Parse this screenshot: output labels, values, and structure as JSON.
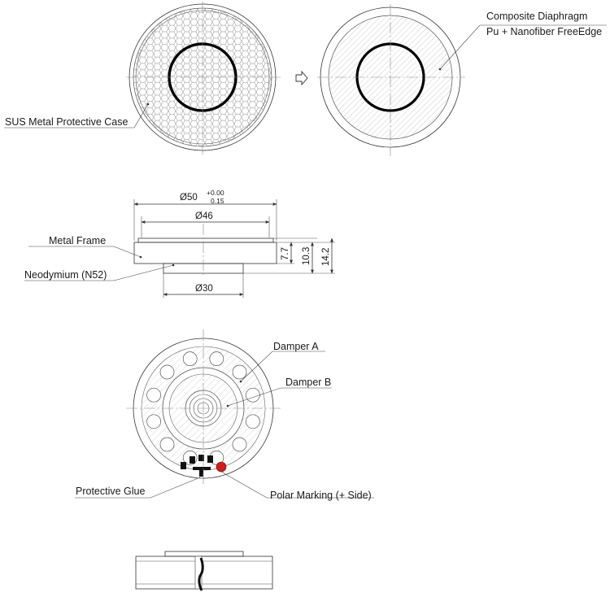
{
  "labels": {
    "sus_case": "SUS Metal Protective Case",
    "composite_1": "Composite Diaphragm",
    "composite_2": "Pu + Nanofiber FreeEdge",
    "metal_frame": "Metal Frame",
    "neodymium": "Neodymium (N52)",
    "damper_a": "Damper A",
    "damper_b": "Damper B",
    "protective_glue": "Protective Glue",
    "polar_marking": "Polar Marking (+ Side)"
  },
  "dimensions": {
    "outer_diameter": "Ø50",
    "outer_tol_upper": "0.00",
    "outer_tol_lower": "0.15",
    "inner_diameter": "Ø46",
    "magnet_diameter": "Ø30",
    "h_frame": "7.7",
    "h_body": "10.3",
    "h_total": "14.2"
  },
  "colors": {
    "line": "#333333",
    "polar_mark": "#cc1f1f",
    "glue": "#111111"
  }
}
